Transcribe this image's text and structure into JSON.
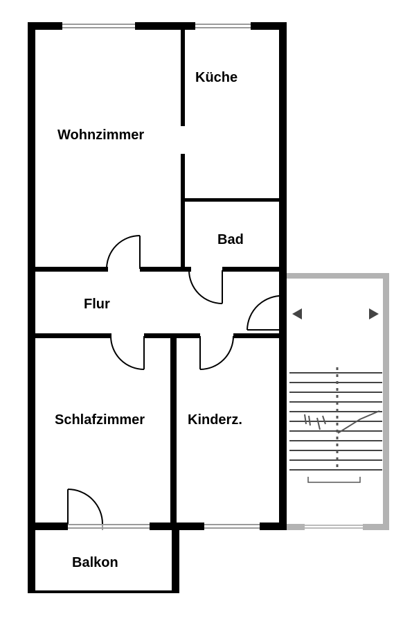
{
  "rooms": {
    "wohnzimmer": "Wohnzimmer",
    "kueche": "Küche",
    "bad": "Bad",
    "flur": "Flur",
    "schlafzimmer": "Schlafzimmer",
    "kinderzimmer": "Kinderz.",
    "balkon": "Balkon"
  },
  "colors": {
    "wall": "#000000",
    "stairwell": "#b3b3b3",
    "window": "#9a9a9a"
  }
}
